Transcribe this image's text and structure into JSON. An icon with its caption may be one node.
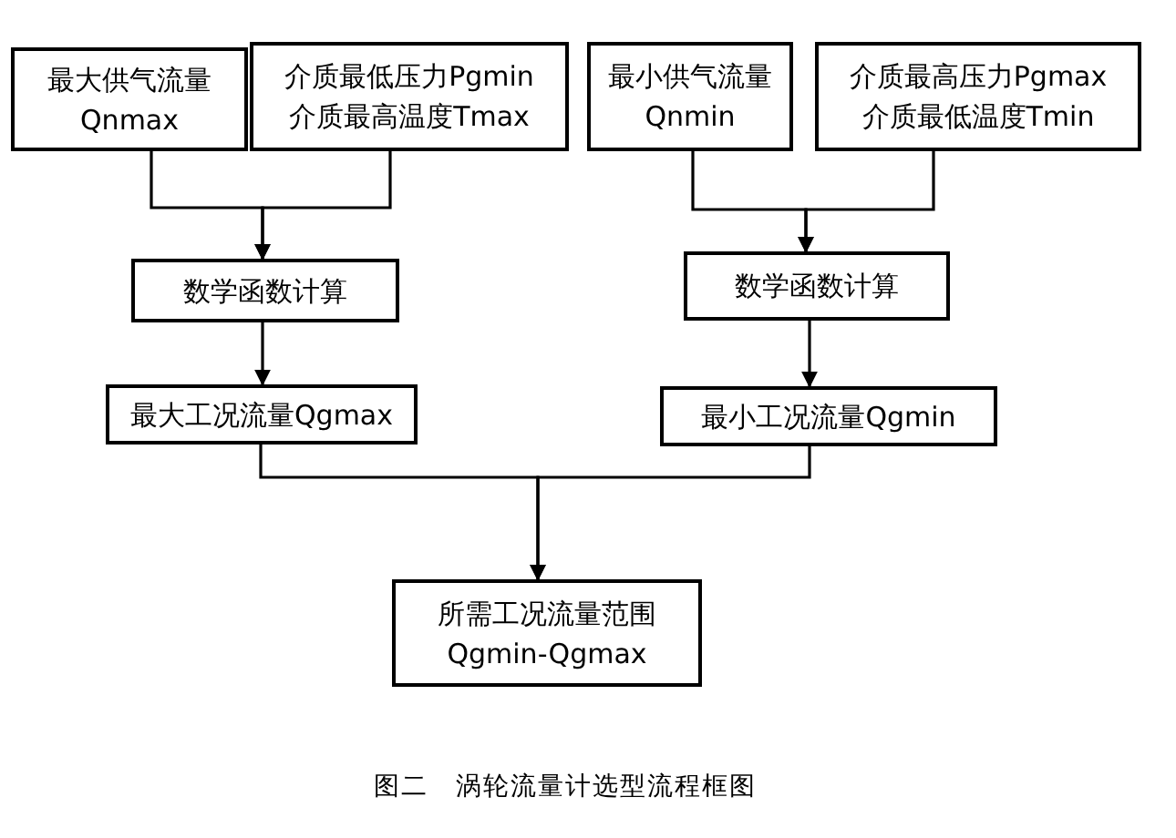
{
  "diagram": {
    "caption": "图二　涡轮流量计选型流程框图",
    "nodes": [
      {
        "text": [
          "最大供气流量",
          "Qnmax"
        ]
      },
      {
        "text": [
          "介质最低压力Pgmin",
          "介质最高温度Tmax"
        ]
      },
      {
        "text": [
          "最小供气流量",
          "Qnmin"
        ]
      },
      {
        "text": [
          "介质最高压力Pgmax",
          "介质最低温度Tmin"
        ]
      },
      {
        "text": [
          "数学函数计算"
        ]
      },
      {
        "text": [
          "数学函数计算"
        ]
      },
      {
        "text": [
          "最大工况流量Qgmax"
        ]
      },
      {
        "text": [
          "最小工况流量Qgmin"
        ]
      },
      {
        "text": [
          "所需工况流量范围",
          "Qgmin-Qgmax"
        ]
      }
    ],
    "edges": [
      {
        "from": 0,
        "to": 4,
        "arrow": "to"
      },
      {
        "from": 1,
        "to": 4,
        "arrow": "to"
      },
      {
        "from": 2,
        "to": 5,
        "arrow": "to"
      },
      {
        "from": 3,
        "to": 5,
        "arrow": "to"
      },
      {
        "from": 4,
        "to": 6,
        "arrow": "to"
      },
      {
        "from": 5,
        "to": 7,
        "arrow": "to"
      },
      {
        "from": 6,
        "to": 8,
        "arrow": "to"
      },
      {
        "from": 7,
        "to": 8,
        "arrow": "to"
      }
    ]
  }
}
